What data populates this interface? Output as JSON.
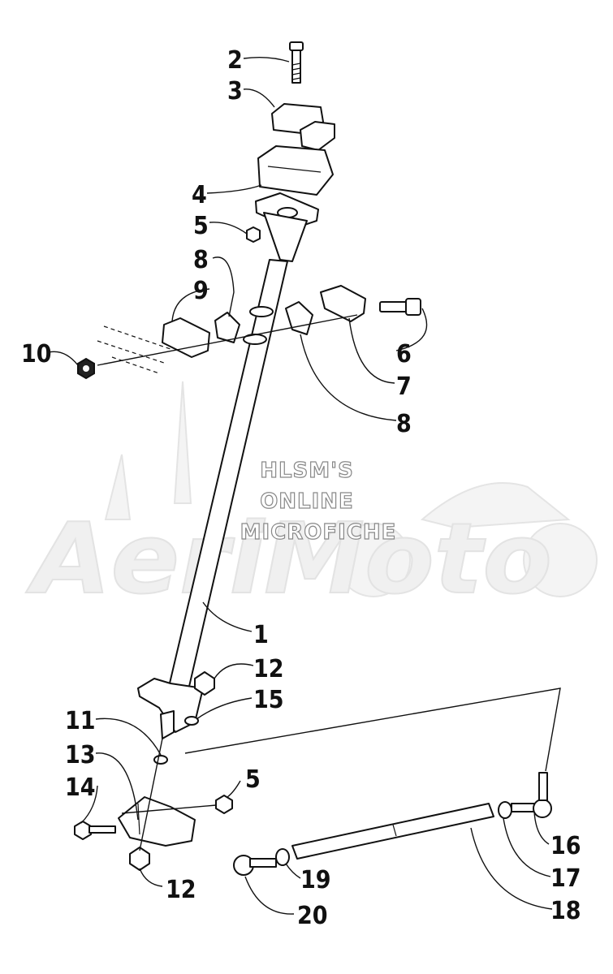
{
  "watermark": {
    "line1": "HLSM'S",
    "line2": "ONLINE",
    "line3": "MICROFICHE",
    "logo": "AeriMoto"
  },
  "callouts": {
    "c1": "1",
    "c2": "2",
    "c3": "3",
    "c4": "4",
    "c5a": "5",
    "c5b": "5",
    "c6": "6",
    "c7": "7",
    "c8a": "8",
    "c8b": "8",
    "c9": "9",
    "c10": "10",
    "c11": "11",
    "c12a": "12",
    "c12b": "12",
    "c13": "13",
    "c14": "14",
    "c15": "15",
    "c16": "16",
    "c17": "17",
    "c18": "18",
    "c19": "19",
    "c20": "20"
  }
}
